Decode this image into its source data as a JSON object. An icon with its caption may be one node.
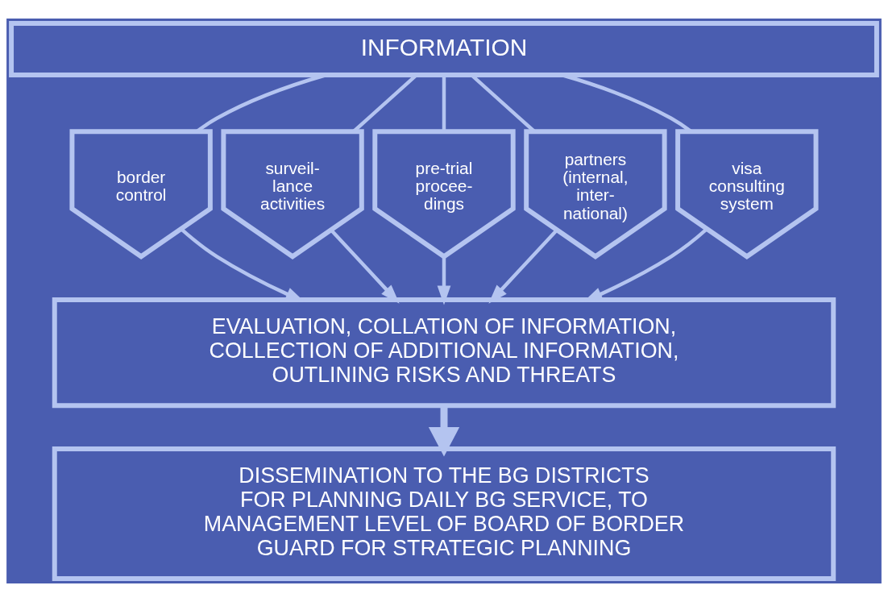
{
  "diagram": {
    "nodes": [
      {
        "text": [
          "INFORMATION"
        ]
      },
      {
        "text": [
          "border control"
        ]
      },
      {
        "text": [
          "surveil- lance activities"
        ]
      },
      {
        "text": [
          "pre-trial procee- dings"
        ]
      },
      {
        "text": [
          "partners (internal, inter- national)"
        ]
      },
      {
        "text": [
          "visa consulting system"
        ]
      },
      {
        "text": [
          "EVALUATION, COLLATION OF INFORMATION, COLLECTION OF ADDITIONAL INFORMATION, OUTLINING RISKS AND THREATS"
        ]
      },
      {
        "text": [
          "DISSEMINATION TO THE BG DISTRICTS FOR PLANNING DAILY BG SERVICE, TO MANAGEMENT LEVEL OF BOARD OF BORDER GUARD FOR STRATEGIC PLANNING"
        ]
      }
    ],
    "edges": [
      {
        "from": 0,
        "to": 1,
        "arrow": "none"
      },
      {
        "from": 0,
        "to": 2,
        "arrow": "none"
      },
      {
        "from": 0,
        "to": 3,
        "arrow": "none"
      },
      {
        "from": 0,
        "to": 4,
        "arrow": "none"
      },
      {
        "from": 0,
        "to": 5,
        "arrow": "none"
      },
      {
        "from": 1,
        "to": 6,
        "arrow": "to"
      },
      {
        "from": 2,
        "to": 6,
        "arrow": "to"
      },
      {
        "from": 3,
        "to": 6,
        "arrow": "to"
      },
      {
        "from": 4,
        "to": 6,
        "arrow": "to"
      },
      {
        "from": 5,
        "to": 6,
        "arrow": "to"
      },
      {
        "from": 6,
        "to": 7,
        "arrow": "to",
        "style": "thick"
      }
    ]
  }
}
